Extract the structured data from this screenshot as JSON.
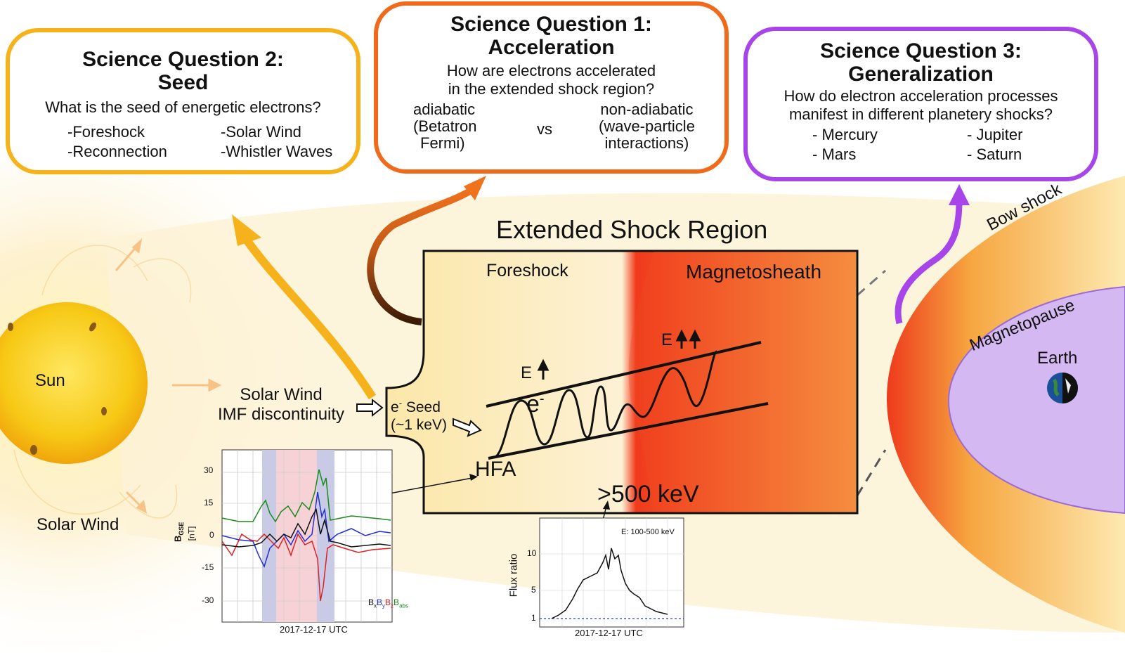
{
  "sq2": {
    "title_line1": "Science Question 2:",
    "title_line2": "Seed",
    "question": "What is the seed of energetic electrons?",
    "items": [
      "-Foreshock",
      "-Solar Wind",
      "-Reconnection",
      "-Whistler Waves"
    ]
  },
  "sq1": {
    "title_line1": "Science Question 1:",
    "title_line2": "Acceleration",
    "question_line1": "How are electrons accelerated",
    "question_line2": "in the extended shock region?",
    "left_line1": "adiabatic",
    "left_line2": "(Betatron",
    "left_line3": "Fermi)",
    "vs": "vs",
    "right_line1": "non-adiabatic",
    "right_line2": "(wave-particle",
    "right_line3": "interactions)"
  },
  "sq3": {
    "title_line1": "Science Question 3:",
    "title_line2": "Generalization",
    "question_line1": "How do electron acceleration processes",
    "question_line2": "manifest in different planetery shocks?",
    "items": [
      "- Mercury",
      "- Jupiter",
      "- Mars",
      "- Saturn"
    ]
  },
  "labels": {
    "sun": "Sun",
    "solar_wind": "Solar Wind",
    "sw_imf_line1": "Solar Wind",
    "sw_imf_line2": "IMF discontinuity",
    "seed_e": "e",
    "seed_sup": "-",
    "seed_word": " Seed",
    "seed_energy": "(~1 keV)",
    "region_title": "Extended Shock Region",
    "foreshock": "Foreshock",
    "magnetosheath": "Magnetosheath",
    "e_up": "E",
    "e_upup": "E",
    "electron": "e",
    "electron_sup": "-",
    "hfa": "HFA",
    "high_energy": ">500 keV",
    "bow_shock": "Bow shock",
    "magnetopause": "Magnetopause",
    "earth": "Earth"
  },
  "colors": {
    "sq2_border": "#f5b21a",
    "sq1_border": "#f06a1c",
    "sq3_border": "#a845e8",
    "bx": "#111111",
    "by": "#1f2fd6",
    "bz": "#e02020",
    "babs": "#1a8a1a"
  },
  "plot_b": {
    "ylabel": "B",
    "ylabel_sub": "GSE",
    "yunit": "[nT]",
    "yticks": [
      "30",
      "15",
      "0",
      "-15",
      "-30"
    ],
    "xlabel": "2017-12-17 UTC",
    "legend": [
      {
        "text": "B",
        "sub": "x"
      },
      {
        "text": "B",
        "sub": "y"
      },
      {
        "text": "B",
        "sub": "z"
      },
      {
        "text": "B",
        "sub": "abs"
      }
    ]
  },
  "plot_flux": {
    "ylabel": "Flux ratio",
    "yticks": [
      "10",
      "5",
      "1"
    ],
    "xlabel": "2017-12-17 UTC",
    "annotation": "E: 100-500 keV"
  }
}
